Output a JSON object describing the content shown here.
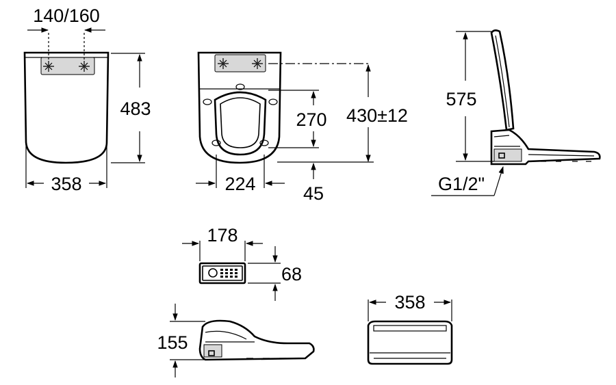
{
  "colors": {
    "line": "#000000",
    "background": "#ffffff",
    "shade": "#d8d8d8"
  },
  "labels": {
    "lid_bolt_spacing": "140/160",
    "lid_width": "358",
    "lid_height": "483",
    "seat_opening_width": "224",
    "seat_depth_to_hinge": "270",
    "seat_total_depth": "430±12",
    "fixing_offset": "45",
    "side_height": "575",
    "water_connection": "G1/2\"",
    "remote_width": "178",
    "remote_height": "68",
    "seat_profile_height": "155",
    "back_width": "358"
  }
}
